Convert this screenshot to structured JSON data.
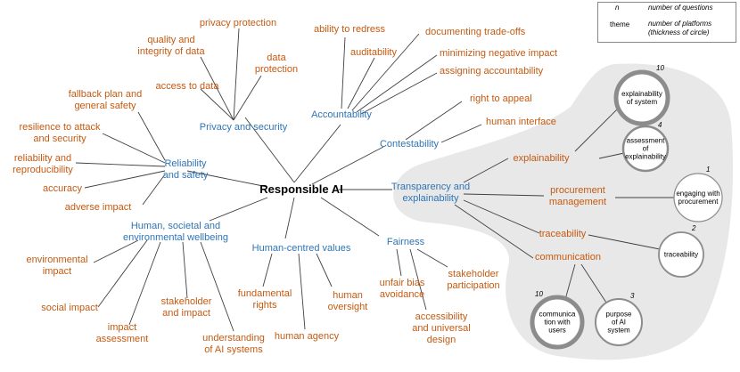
{
  "root": "Responsible AI",
  "categories": {
    "privacy": "Privacy and security",
    "accountability": "Accountability",
    "contestability": "Contestability",
    "reliability": "Reliability\nand safety",
    "transparency": "Transparency and\nexplainability",
    "human_wellbeing": "Human, societal and\nenvironmental wellbeing",
    "human_values": "Human-centred values",
    "fairness": "Fairness"
  },
  "leaves": {
    "privacy_protection": "privacy protection",
    "quality_integrity": "quality and\nintegrity of data",
    "data_protection": "data\nprotection",
    "access_to_data": "access to data",
    "ability_to_redress": "ability to redress",
    "auditability": "auditability",
    "documenting_tradeoffs": "documenting trade-offs",
    "minimizing_impact": "minimizing negative impact",
    "assigning_accountability": "assigning accountability",
    "right_to_appeal": "right to appeal",
    "human_interface": "human interface",
    "fallback_plan": "fallback plan and\ngeneral safety",
    "resilience": "resilience to attack\nand security",
    "reliability_repro": "reliability and\nreproducibility",
    "accuracy": "accuracy",
    "adverse_impact": "adverse impact",
    "explainability": "explainability",
    "procurement_management": "procurement\nmanagement",
    "traceability": "traceability",
    "communication": "communication",
    "environmental_impact": "environmental\nimpact",
    "social_impact": "social impact",
    "impact_assessment": "impact\nassessment",
    "stakeholder_impact": "stakeholder\nand impact",
    "understanding_ai": "understanding\nof AI systems",
    "fundamental_rights": "fundamental\nrights",
    "human_agency": "human agency",
    "human_oversight": "human\noversight",
    "unfair_bias": "unfair bias\navoidance",
    "accessibility": "accessibility\nand universal\ndesign",
    "stakeholder_participation": "stakeholder\nparticipation"
  },
  "themes": [
    {
      "key": "explainability_of_system",
      "label": "explainability\nof system",
      "count": "10"
    },
    {
      "key": "assessment_of_explainability",
      "label": "assessment\nof\nexplainability",
      "count": "4"
    },
    {
      "key": "engaging_with_procurement",
      "label": "engaging with\nprocurement",
      "count": "1"
    },
    {
      "key": "traceability_theme",
      "label": "traceability",
      "count": "2"
    },
    {
      "key": "communication_with_users",
      "label": "communica\ntion with\nusers",
      "count": "10"
    },
    {
      "key": "purpose_of_ai_system",
      "label": "purpose\nof AI\nsystem",
      "count": "3"
    }
  ],
  "legend": {
    "n": "n",
    "theme": "theme",
    "questions": "number of questions",
    "platforms": "number of platforms\n(thickness of circle)"
  },
  "colors": {
    "category": "#2e75b6",
    "leaf": "#c55a11",
    "line": "#404040",
    "blob": "#e8e8e8",
    "circle": "#8c8c8c"
  }
}
